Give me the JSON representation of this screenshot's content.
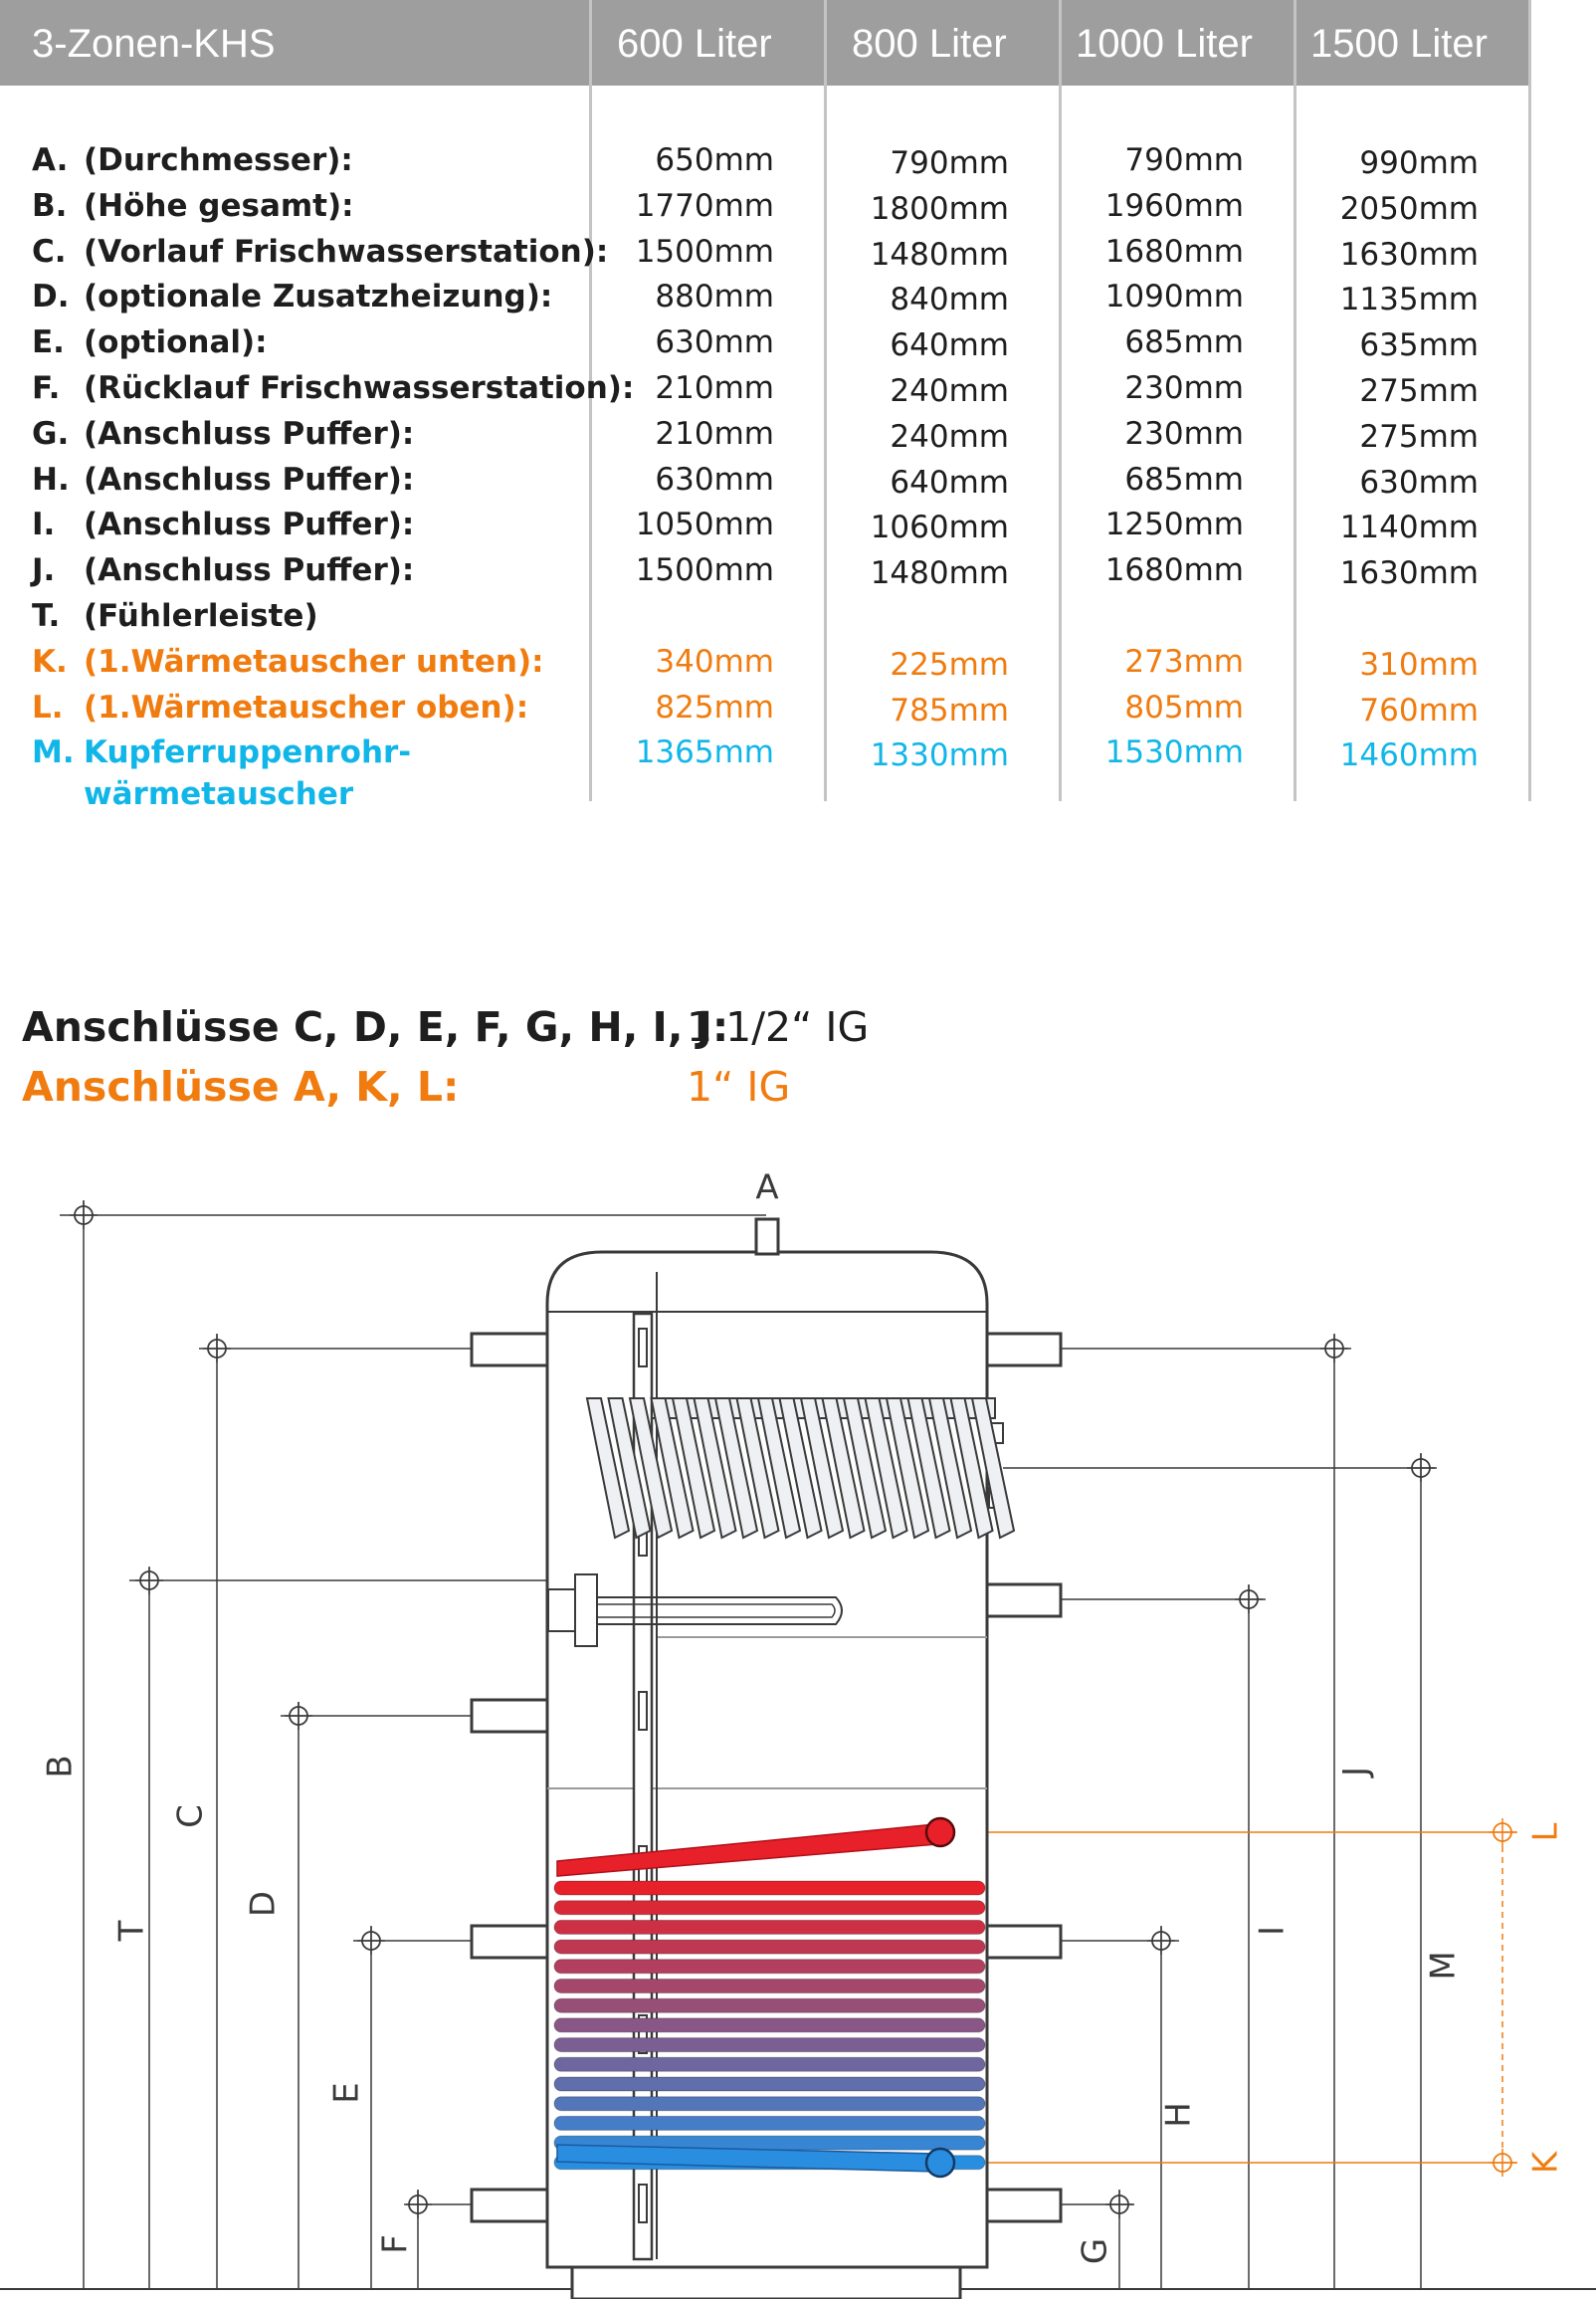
{
  "table": {
    "title": "3-Zonen-KHS",
    "columns": [
      "600 Liter",
      "800 Liter",
      "1000 Liter",
      "1500 Liter"
    ],
    "rows": [
      {
        "code": "A.",
        "label": "(Durchmesser):",
        "values": [
          "650mm",
          "790mm",
          "790mm",
          "990mm"
        ],
        "color": "black"
      },
      {
        "code": "B.",
        "label": "(Höhe gesamt):",
        "values": [
          "1770mm",
          "1800mm",
          "1960mm",
          "2050mm"
        ],
        "color": "black"
      },
      {
        "code": "C.",
        "label": "(Vorlauf Frischwasserstation):",
        "values": [
          "1500mm",
          "1480mm",
          "1680mm",
          "1630mm"
        ],
        "color": "black"
      },
      {
        "code": "D.",
        "label": "(optionale Zusatzheizung):",
        "values": [
          "880mm",
          "840mm",
          "1090mm",
          "1135mm"
        ],
        "color": "black"
      },
      {
        "code": "E.",
        "label": "(optional):",
        "values": [
          "630mm",
          "640mm",
          "685mm",
          "635mm"
        ],
        "color": "black"
      },
      {
        "code": "F.",
        "label": "(Rücklauf Frischwasserstation):",
        "values": [
          "210mm",
          "240mm",
          "230mm",
          "275mm"
        ],
        "color": "black"
      },
      {
        "code": "G.",
        "label": "(Anschluss Puffer):",
        "values": [
          "210mm",
          "240mm",
          "230mm",
          "275mm"
        ],
        "color": "black"
      },
      {
        "code": "H.",
        "label": "(Anschluss Puffer):",
        "values": [
          "630mm",
          "640mm",
          "685mm",
          "630mm"
        ],
        "color": "black"
      },
      {
        "code": "I.",
        "label": "(Anschluss Puffer):",
        "values": [
          "1050mm",
          "1060mm",
          "1250mm",
          "1140mm"
        ],
        "color": "black"
      },
      {
        "code": "J.",
        "label": "(Anschluss Puffer):",
        "values": [
          "1500mm",
          "1480mm",
          "1680mm",
          "1630mm"
        ],
        "color": "black"
      },
      {
        "code": "T.",
        "label": "(Fühlerleiste)",
        "values": [
          "",
          "",
          "",
          ""
        ],
        "color": "black"
      },
      {
        "code": "K.",
        "label": "(1.Wärmetauscher unten):",
        "values": [
          "340mm",
          "225mm",
          "273mm",
          "310mm"
        ],
        "color": "orange"
      },
      {
        "code": "L.",
        "label": "(1.Wärmetauscher oben):",
        "values": [
          "825mm",
          "785mm",
          "805mm",
          "760mm"
        ],
        "color": "orange"
      },
      {
        "code": "M.",
        "label": "Kupferruppenrohr-",
        "label2": "wärmetauscher",
        "values": [
          "1365mm",
          "1330mm",
          "1530mm",
          "1460mm"
        ],
        "color": "cyan"
      }
    ]
  },
  "connections": [
    {
      "label": "Anschlüsse C, D, E, F, G, H, I, J:",
      "value": "1 1/2“ IG",
      "color": "black"
    },
    {
      "label": "Anschlüsse A, K, L:",
      "value": "1“ IG",
      "color": "orange"
    }
  ],
  "diagram": {
    "letters": {
      "A": "A",
      "B": "B",
      "C": "C",
      "D": "D",
      "E": "E",
      "F": "F",
      "G": "G",
      "H": "H",
      "I": "I",
      "J": "J",
      "K": "K",
      "L": "L",
      "M": "M",
      "T": "T"
    },
    "colors": {
      "line": "#3a3a3a",
      "orange": "#f07c10",
      "hot": "#e8202a",
      "cold": "#2a8ee0",
      "coil_fill": "#eef0f3"
    }
  }
}
